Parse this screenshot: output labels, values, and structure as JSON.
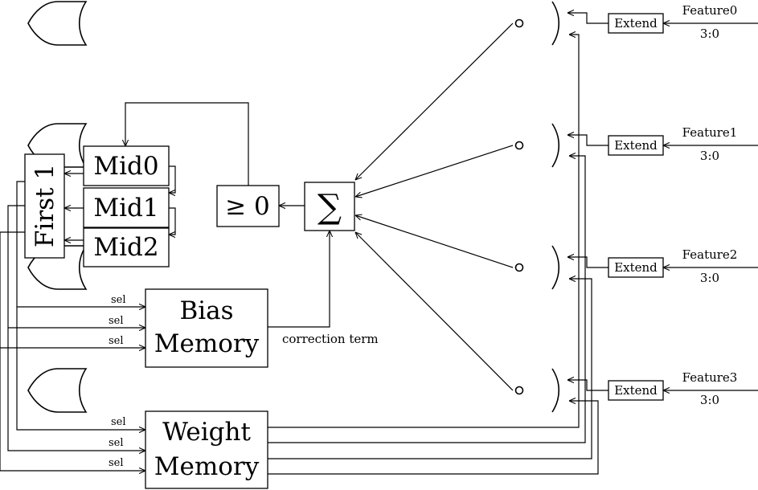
{
  "blocks": {
    "first1": "First 1",
    "mid0": "Mid0",
    "mid1": "Mid1",
    "mid2": "Mid2",
    "threshold": "≥ 0",
    "sum": "∑",
    "bias_line1": "Bias",
    "bias_line2": "Memory",
    "weight_line1": "Weight",
    "weight_line2": "Memory"
  },
  "labels": {
    "sel": "sel",
    "correction": "correction term",
    "extend": "Extend"
  },
  "features": [
    {
      "name": "Feature0",
      "bits": "3:0"
    },
    {
      "name": "Feature1",
      "bits": "3:0"
    },
    {
      "name": "Feature2",
      "bits": "3:0"
    },
    {
      "name": "Feature3",
      "bits": "3:0"
    }
  ]
}
